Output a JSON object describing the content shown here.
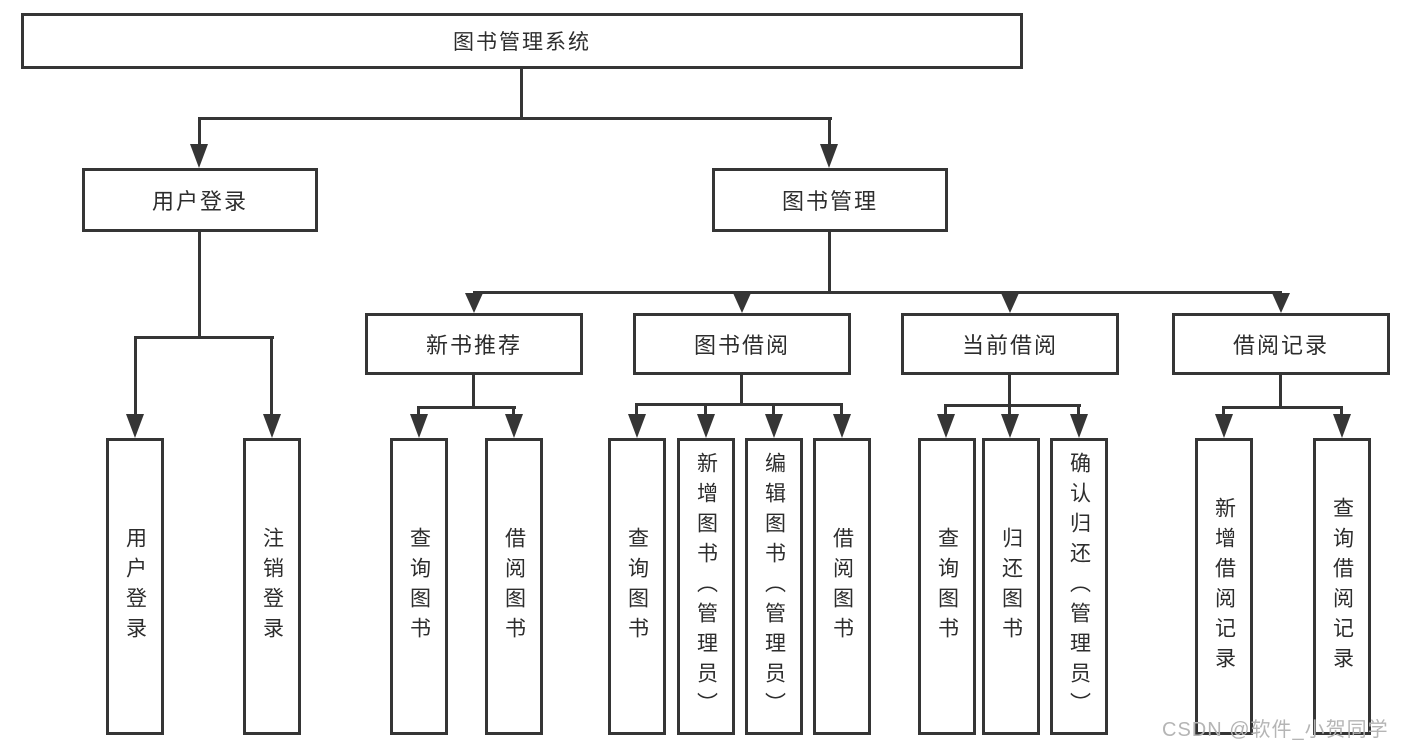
{
  "diagram": {
    "title": "图书管理系统",
    "root": {
      "label": "图书管理系统"
    },
    "level2": {
      "user_login": {
        "label": "用户登录"
      },
      "book_management": {
        "label": "图书管理"
      }
    },
    "level3": {
      "new_book_recommend": {
        "label": "新书推荐"
      },
      "book_borrow": {
        "label": "图书借阅"
      },
      "current_borrow": {
        "label": "当前借阅"
      },
      "borrow_record": {
        "label": "借阅记录"
      }
    },
    "leaves": {
      "user_login": {
        "label": "用户登录"
      },
      "logout": {
        "label": "注销登录"
      },
      "nb_query_book": {
        "label": "查询图书"
      },
      "nb_borrow_book": {
        "label": "借阅图书"
      },
      "bb_query_book": {
        "label": "查询图书"
      },
      "bb_add_book": {
        "label": "新增图书（管理员）"
      },
      "bb_edit_book": {
        "label": "编辑图书（管理员）"
      },
      "bb_borrow_book": {
        "label": "借阅图书"
      },
      "cb_query_book": {
        "label": "查询图书"
      },
      "cb_return_book": {
        "label": "归还图书"
      },
      "cb_confirm_return": {
        "label": "确认归还（管理员）"
      },
      "br_add_record": {
        "label": "新增借阅记录"
      },
      "br_query_record": {
        "label": "查询借阅记录"
      }
    },
    "watermark": "CSDN @软件_小贺同学",
    "colors": {
      "line": "#353535",
      "text": "#2d2d2d",
      "watermark": "#b5b5b5",
      "background": "#ffffff"
    }
  }
}
